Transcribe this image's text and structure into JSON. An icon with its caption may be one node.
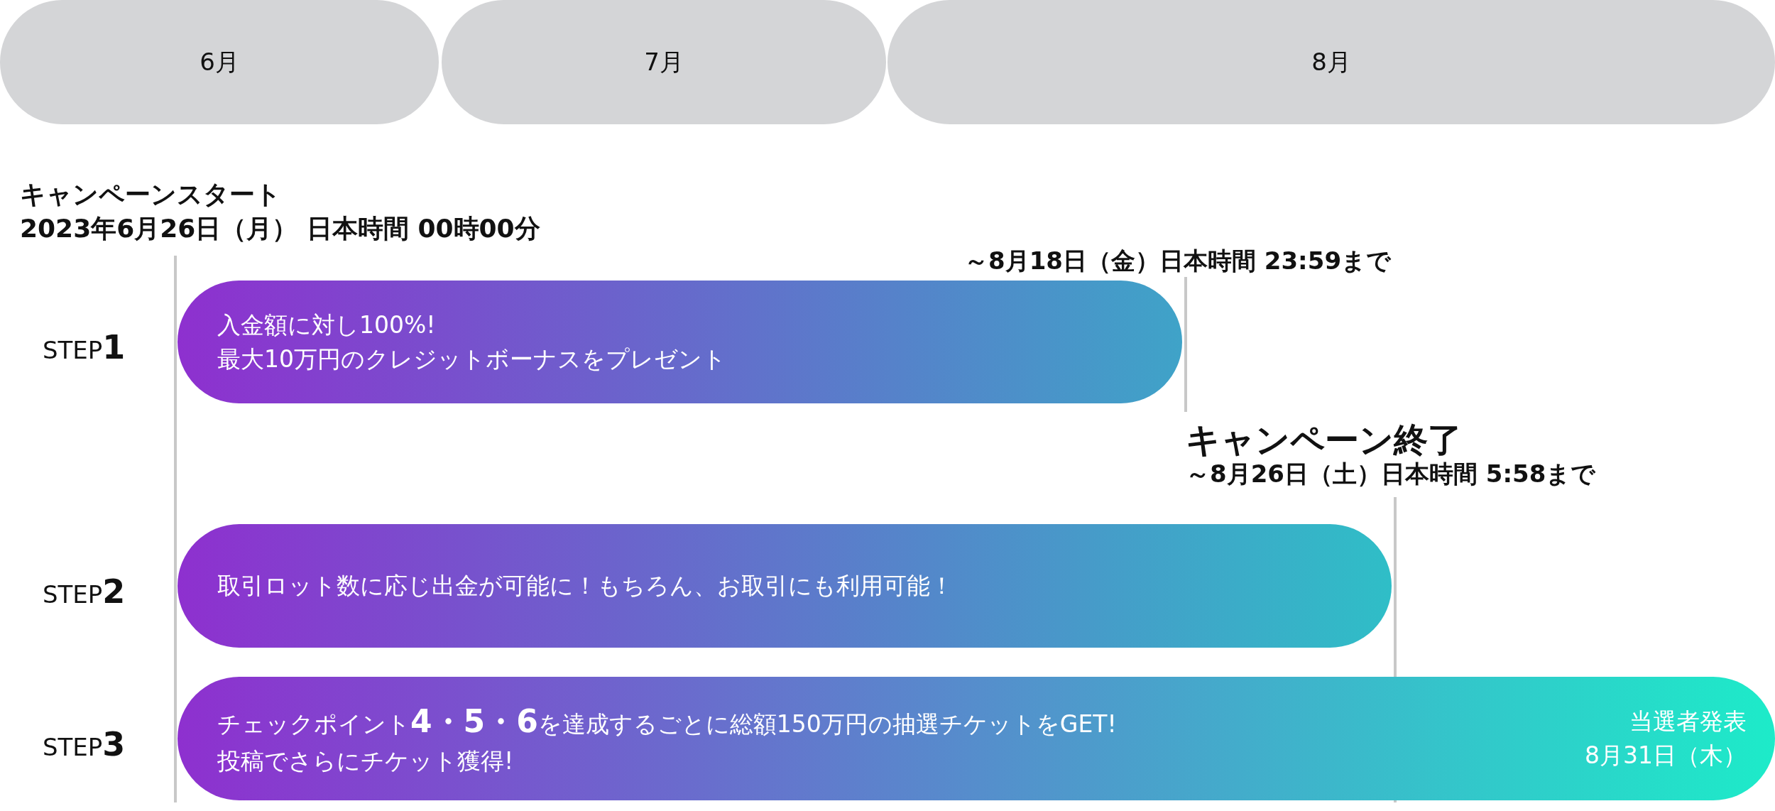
{
  "diagram": {
    "nodes": [
      {
        "text": [
          "6月"
        ]
      },
      {
        "text": [
          "7月"
        ]
      },
      {
        "text": [
          "8月"
        ]
      },
      {
        "text": [
          "入金額に対し100%! 最大10万円のクレジットボーナスをプレゼント"
        ]
      },
      {
        "text": [
          "取引ロット数に応じ出金が可能に！もちろん、お取引にも利用可能！"
        ]
      },
      {
        "text": [
          "チェックポイント**4・5・6**を達成するごとに総額150万円の抽選チケットをGET! 投稿でさらにチケット獲得!",
          "当選者発表 8月31日（木）"
        ]
      }
    ],
    "edges": [],
    "labels": [
      "キャンペーンスタート",
      "2023年6月26日（月） 日本時間 00時00分",
      "～8月18日（金）日本時間 23:59まで",
      "STEP**1**",
      "キャンペーン終了",
      "～8月26日（土）日本時間 5:58まで",
      "STEP**2**",
      "STEP**3**"
    ]
  }
}
